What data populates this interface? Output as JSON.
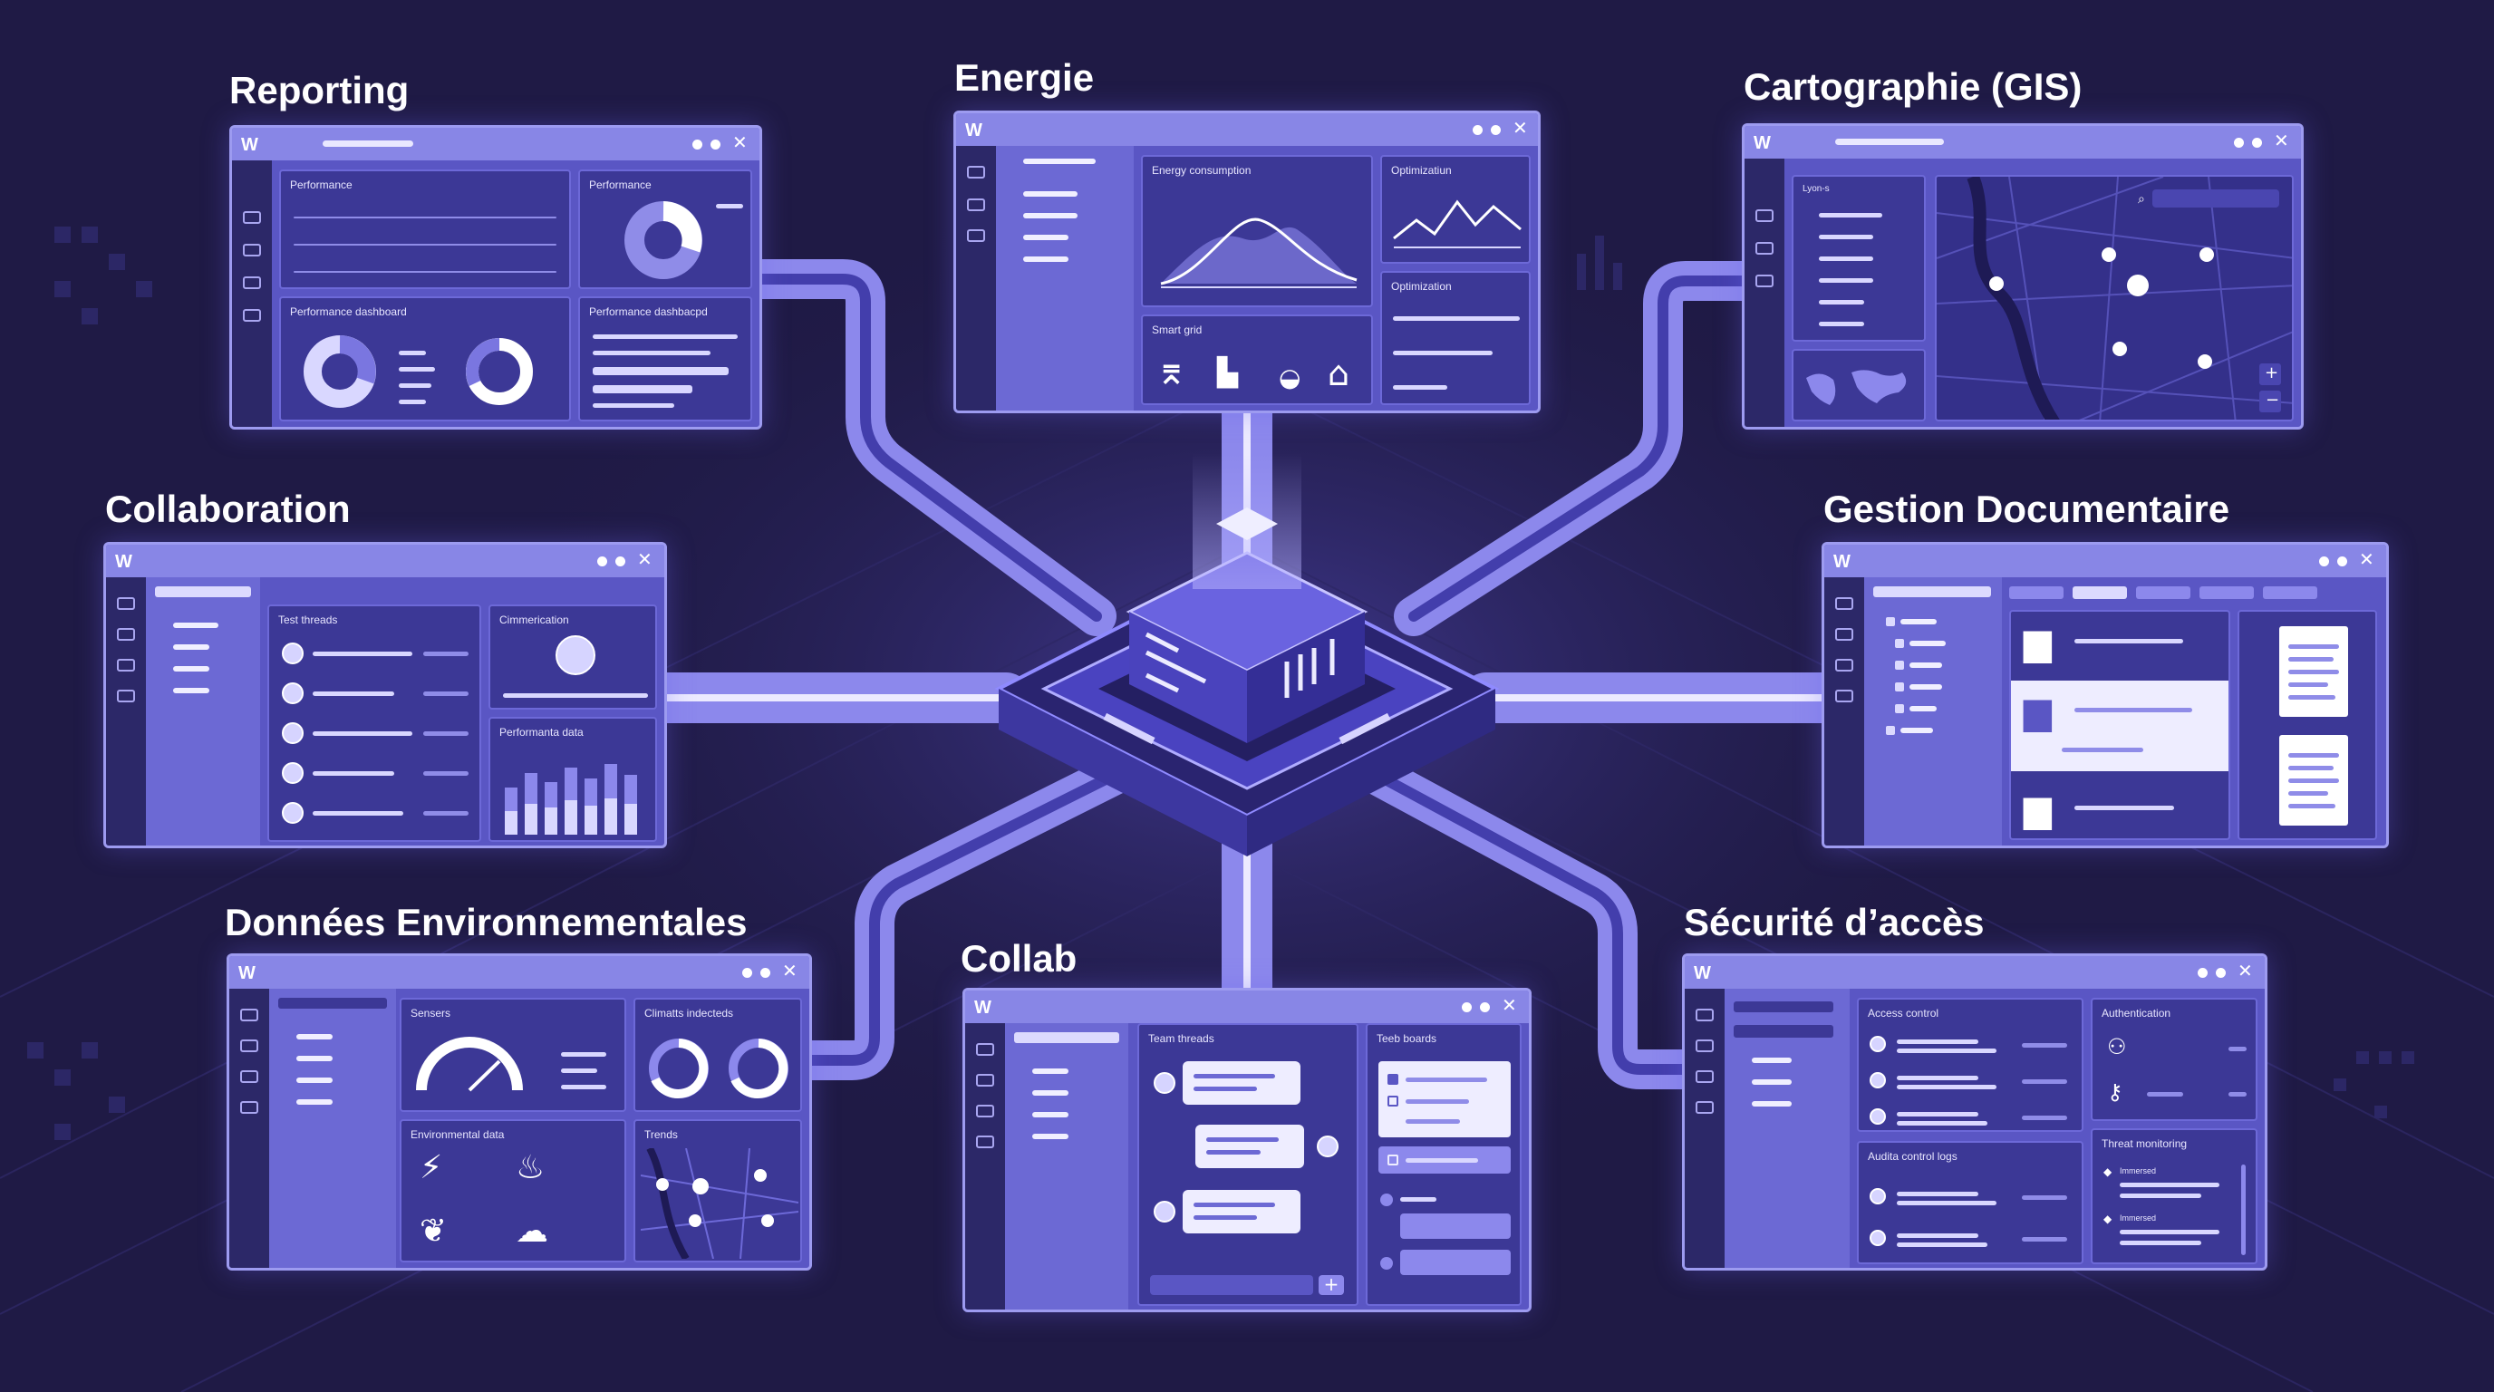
{
  "modules": {
    "reporting": {
      "label": "Reporting",
      "panels": [
        "Performance",
        "Performance",
        "Performance dashboard",
        "Performance dashbacpd"
      ]
    },
    "energie": {
      "label": "Energie",
      "panels": [
        "Energy consumption",
        "Optimizatiun",
        "Smart grid",
        "Optimization"
      ]
    },
    "cartographie": {
      "label": "Cartographie (GIS)",
      "layer_select": "Lyon-s"
    },
    "collaboration": {
      "label": "Collaboration",
      "panels": [
        "Test threads",
        "Cimmerication",
        "Performanta data"
      ]
    },
    "gestion_documentaire": {
      "label": "Gestion Documentaire"
    },
    "donnees_env": {
      "label": "Données Environnementales",
      "panels": [
        "Sensers",
        "Climatts indecteds",
        "Environmental data",
        "Trends"
      ]
    },
    "collab": {
      "label": "Collab",
      "panels": [
        "Team threads",
        "Teeb boards"
      ]
    },
    "securite": {
      "label": "Sécurité d’accès",
      "panels": [
        "Access control",
        "Authentication",
        "Audita control logs",
        "Threat monitoring"
      ],
      "threat_items": [
        "Immersed",
        "Immersed"
      ]
    }
  },
  "window_controls": {
    "close_glyph": "✕",
    "logo_glyph": "W"
  },
  "icons": {
    "user": "user-icon",
    "gauge": "gauge-icon",
    "thermometer": "thermometer-icon",
    "map_pin": "map-pin-icon",
    "folder": "folder-icon",
    "document": "document-icon",
    "key": "key-icon",
    "shield": "shield-icon",
    "chat": "chat-icon",
    "factory": "factory-icon",
    "car": "car-icon",
    "home": "home-icon",
    "pylon": "power-pylon-icon"
  },
  "colors": {
    "background": "#1f1a45",
    "window": "#5a56c4",
    "panel": "#3c3896",
    "accent": "#9d9bf0",
    "text": "#ffffff"
  }
}
